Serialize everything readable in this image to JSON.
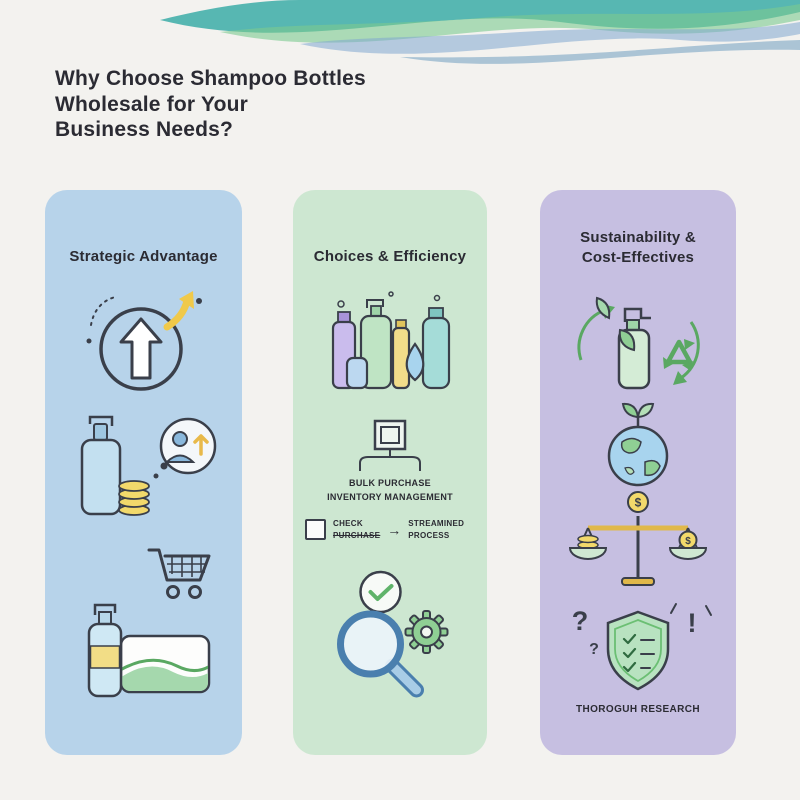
{
  "page": {
    "background": "#f3f2ef",
    "title_lines": [
      "Why Choose Shampoo Bottles",
      "Wholesale for Your",
      "Business Needs?"
    ],
    "title_color": "#2b2b33"
  },
  "palette": {
    "outline": "#3a3f4a",
    "yellow": "#f2d96b",
    "blue": "#8ab8dc",
    "green": "#8fcf94",
    "teal_wave": "#2fa7a3",
    "green_wave": "#7cc98f",
    "blue_wave": "#7fa8cf"
  },
  "columns": [
    {
      "title": "Strategic Advantage",
      "bg": "#b7d3ea",
      "icons": [
        "growth-arrow-icon",
        "bottle-coins-customer-icon",
        "shopping-cart-icon",
        "bottle-payment-card-icon"
      ]
    },
    {
      "title": "Choices & Efficiency",
      "bg": "#cde7d1",
      "icons": [
        "bottle-collection-icon",
        "inventory-box-icon",
        "checkbox-icon",
        "magnifier-quality-icon"
      ],
      "labels": {
        "bulk_line1": "BULK PURCHASE",
        "bulk_line2": "INVENTORY MANAGEMENT",
        "check_line1": "CHECK",
        "check_line2": "PURCHASE",
        "flow_arrow": "→",
        "stream_line1": "STREAMINED",
        "stream_line2": "PROCESS"
      }
    },
    {
      "title_line1": "Sustainability &",
      "title_line2": "Cost-Effectives",
      "bg": "#c6bfe1",
      "footer": "THOROGUH RESEARCH",
      "icons": [
        "eco-bottle-recycle-icon",
        "globe-sprout-icon",
        "balance-scale-icon",
        "shield-checklist-icon"
      ]
    }
  ],
  "glyphs": {
    "dollar": "$",
    "question": "?",
    "exclamation": "!"
  }
}
